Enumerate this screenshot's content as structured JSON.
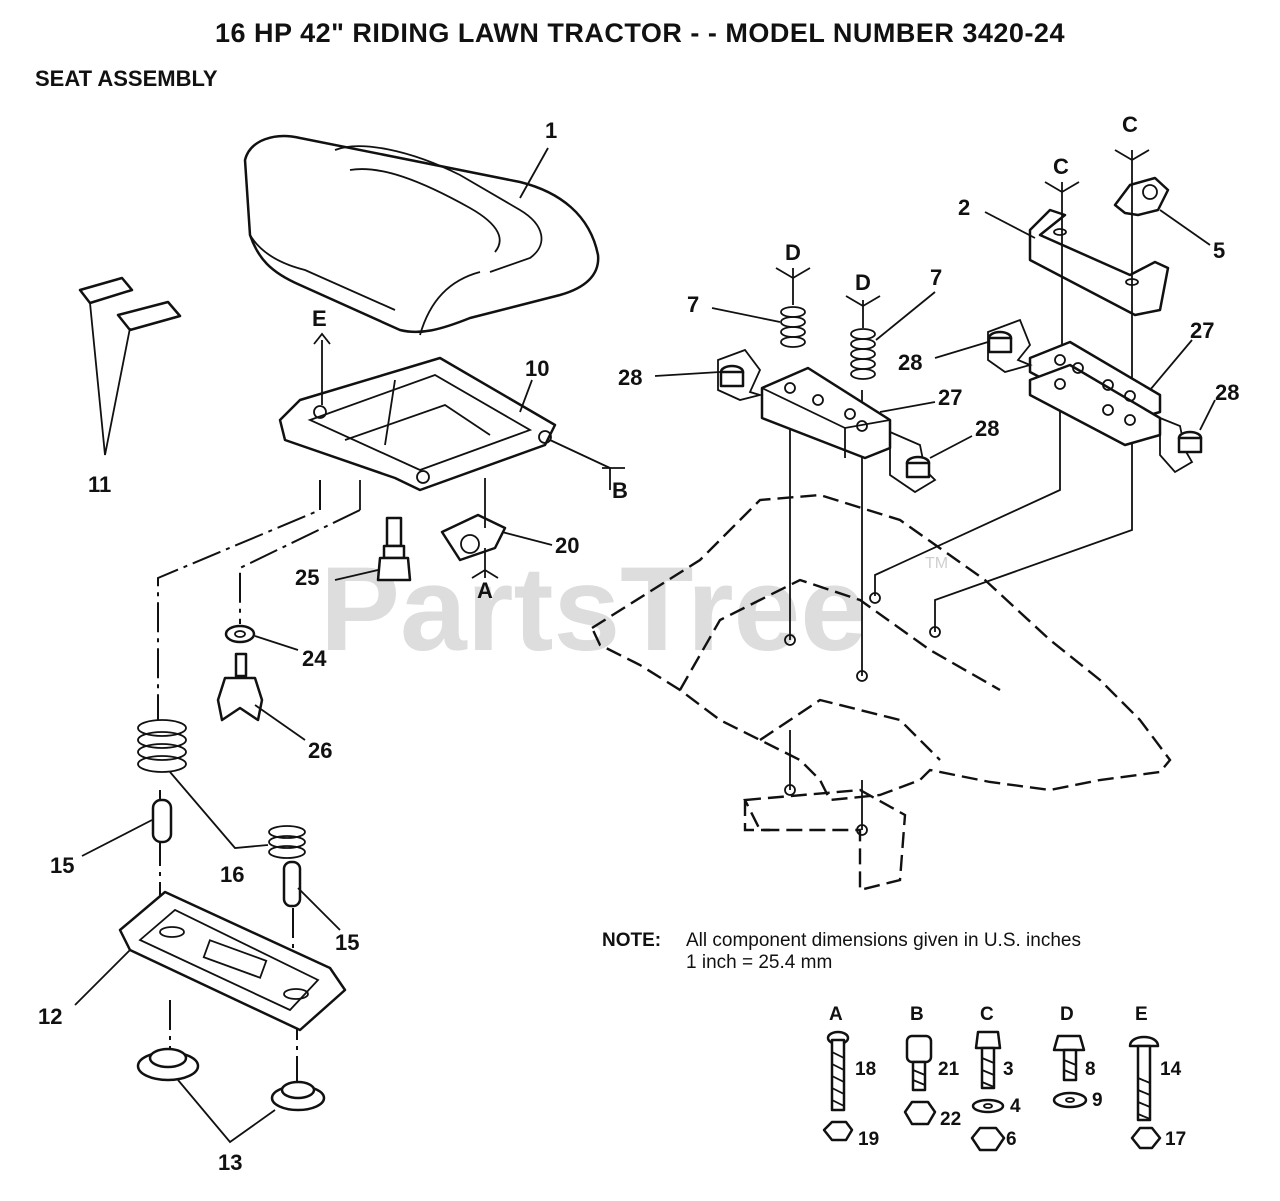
{
  "header": {
    "title": "16 HP 42\" RIDING LAWN TRACTOR - - MODEL NUMBER 3420-24",
    "subtitle": "SEAT ASSEMBLY"
  },
  "watermark": {
    "text": "PartsTree",
    "tm": "TM"
  },
  "callouts": {
    "c1": "1",
    "c2": "2",
    "c5": "5",
    "c7a": "7",
    "c7b": "7",
    "c10": "10",
    "c11": "11",
    "c12": "12",
    "c13": "13",
    "c15a": "15",
    "c15b": "15",
    "c16": "16",
    "c20": "20",
    "c24": "24",
    "c25": "25",
    "c26": "26",
    "c27a": "27",
    "c27b": "27",
    "c28a": "28",
    "c28b": "28",
    "c28c": "28",
    "c28d": "28"
  },
  "letters": {
    "E": "E",
    "B": "B",
    "A": "A",
    "D1": "D",
    "D2": "D",
    "C1": "C",
    "C2": "C"
  },
  "note": {
    "label": "NOTE:",
    "line1": "All component dimensions given in U.S. inches",
    "line2": "1 inch = 25.4 mm"
  },
  "hardware": {
    "A": {
      "letter": "A",
      "n1": "18",
      "n2": "19"
    },
    "B": {
      "letter": "B",
      "n1": "21",
      "n2": "22"
    },
    "C": {
      "letter": "C",
      "n1": "3",
      "n2": "4",
      "n3": "6"
    },
    "D": {
      "letter": "D",
      "n1": "8",
      "n2": "9"
    },
    "E": {
      "letter": "E",
      "n1": "14",
      "n2": "17"
    }
  }
}
